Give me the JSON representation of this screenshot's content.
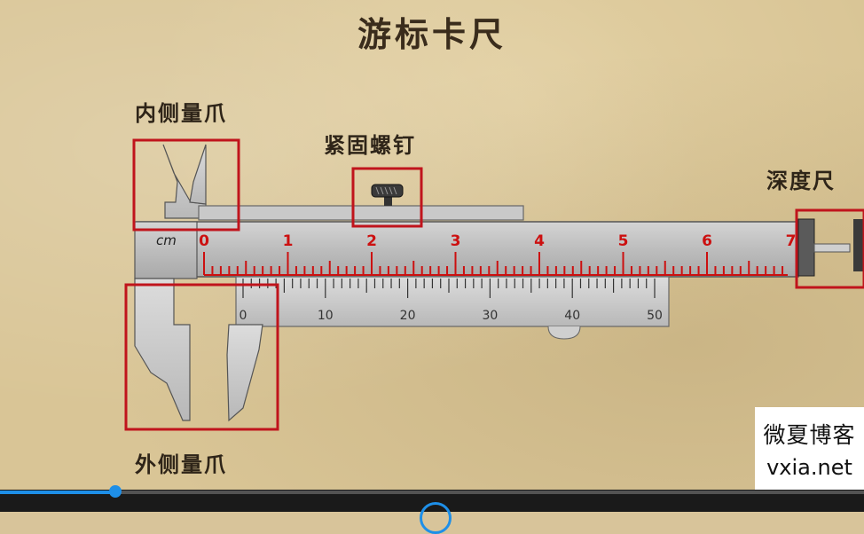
{
  "title": "游标卡尺",
  "labels": {
    "inner_jaws": "内侧量爪",
    "lock_screw": "紧固螺钉",
    "depth_rod": "深度尺",
    "outer_jaws": "外侧量爪"
  },
  "main_scale": {
    "unit": "cm",
    "numbers": [
      "0",
      "1",
      "2",
      "3",
      "4",
      "5",
      "6",
      "7"
    ],
    "color": "#cc1010"
  },
  "vernier_scale": {
    "numbers": [
      "0",
      "10",
      "20",
      "30",
      "40",
      "50"
    ]
  },
  "highlight_color": "#c0141c",
  "watermark": {
    "line1": "微夏博客",
    "line2": "vxia.net"
  },
  "player": {
    "progress": 0.133,
    "accent": "#1e8fe8"
  }
}
